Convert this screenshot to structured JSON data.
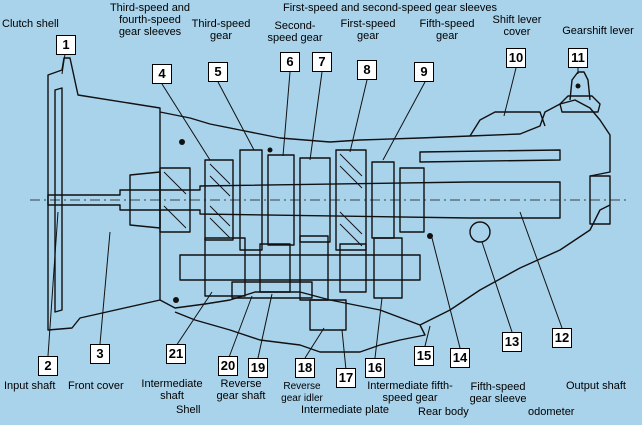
{
  "colors": {
    "background": "#a9d3eb",
    "drawing": "#111111"
  },
  "labels": {
    "clutch_shell": "Clutch shell",
    "third_fourth_sleeves": "Third-speed and\nfourth-speed\ngear sleeves",
    "third_speed_gear": "Third-speed\ngear",
    "second_speed_gear": "Second-\nspeed gear",
    "first_second_sleeves": "First-speed and second-speed gear sleeves",
    "first_speed_gear": "First-speed\ngear",
    "fifth_speed_gear": "Fifth-speed\ngear",
    "shift_lever_cover": "Shift lever\ncover",
    "gearshift_lever": "Gearshift lever",
    "input_shaft": "Input shaft",
    "front_cover": "Front cover",
    "intermediate_shaft": "Intermediate\nshaft",
    "reverse_gear_shaft": "Reverse\ngear shaft",
    "shell": "Shell",
    "reverse_gear_idler": "Reverse\ngear idler",
    "intermediate_plate": "Intermediate plate",
    "intermediate_fifth_gear": "Intermediate fifth-\nspeed gear",
    "rear_body": "Rear body",
    "fifth_speed_gear_sleeve": "Fifth-speed\ngear sleeve",
    "odometer": "odometer",
    "output_shaft": "Output shaft"
  },
  "numbers": [
    "1",
    "2",
    "3",
    "4",
    "5",
    "6",
    "7",
    "8",
    "9",
    "10",
    "11",
    "12",
    "13",
    "14",
    "15",
    "16",
    "17",
    "18",
    "19",
    "20",
    "21"
  ]
}
